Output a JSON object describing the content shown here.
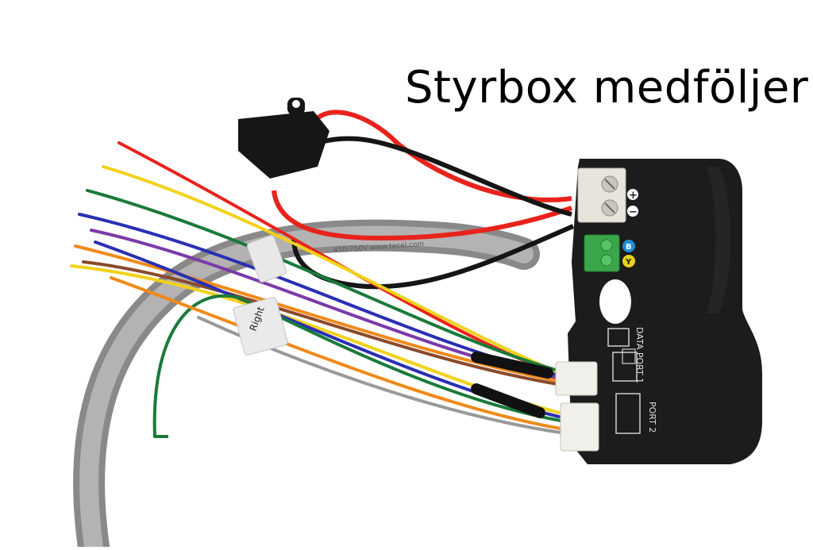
{
  "caption": "Styrbox medföljer",
  "controller": {
    "plus_symbol": "+",
    "minus_symbol": "−",
    "b_label": "B",
    "y_label": "Y",
    "data_port_1": "DATA PORT 1",
    "port_2": "PORT 2"
  },
  "wire_tag_text": "Right",
  "cable_print": "450/750V  www.tecel.com",
  "colors": {
    "controller_body": "#1c1c1c",
    "red_wire": "#e8231c",
    "black_wire": "#151515",
    "grey_cable": "#9a9898",
    "green_terminal": "#3aa84a",
    "cream_terminal": "#e7e4dc",
    "b_badge": "#1f8fd6",
    "y_badge": "#e8d21c"
  }
}
